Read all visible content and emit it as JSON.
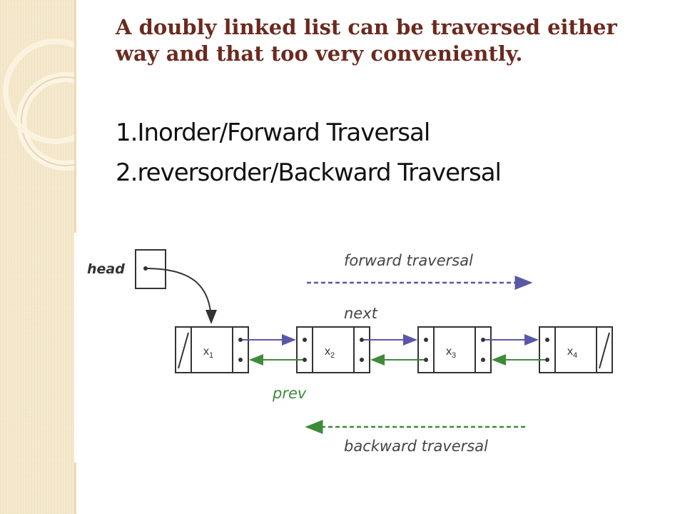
{
  "slide": {
    "heading": "A doubly linked list can be traversed either way and that too very conveniently.",
    "points": [
      "1.Inorder/Forward Traversal",
      "2.reversorder/Backward Traversal"
    ]
  },
  "diagram": {
    "head_label": "head",
    "forward_label": "forward traversal",
    "next_label": "next",
    "prev_label": "prev",
    "backward_label": "backward traversal",
    "nodes": [
      {
        "name": "x",
        "sub": "1"
      },
      {
        "name": "x",
        "sub": "2"
      },
      {
        "name": "x",
        "sub": "3"
      },
      {
        "name": "x",
        "sub": "4"
      }
    ],
    "colors": {
      "next_arrow": "#5a57a8",
      "prev_arrow": "#3f8a3a",
      "dashed": "#5a57a8",
      "node_border": "#333333"
    }
  }
}
